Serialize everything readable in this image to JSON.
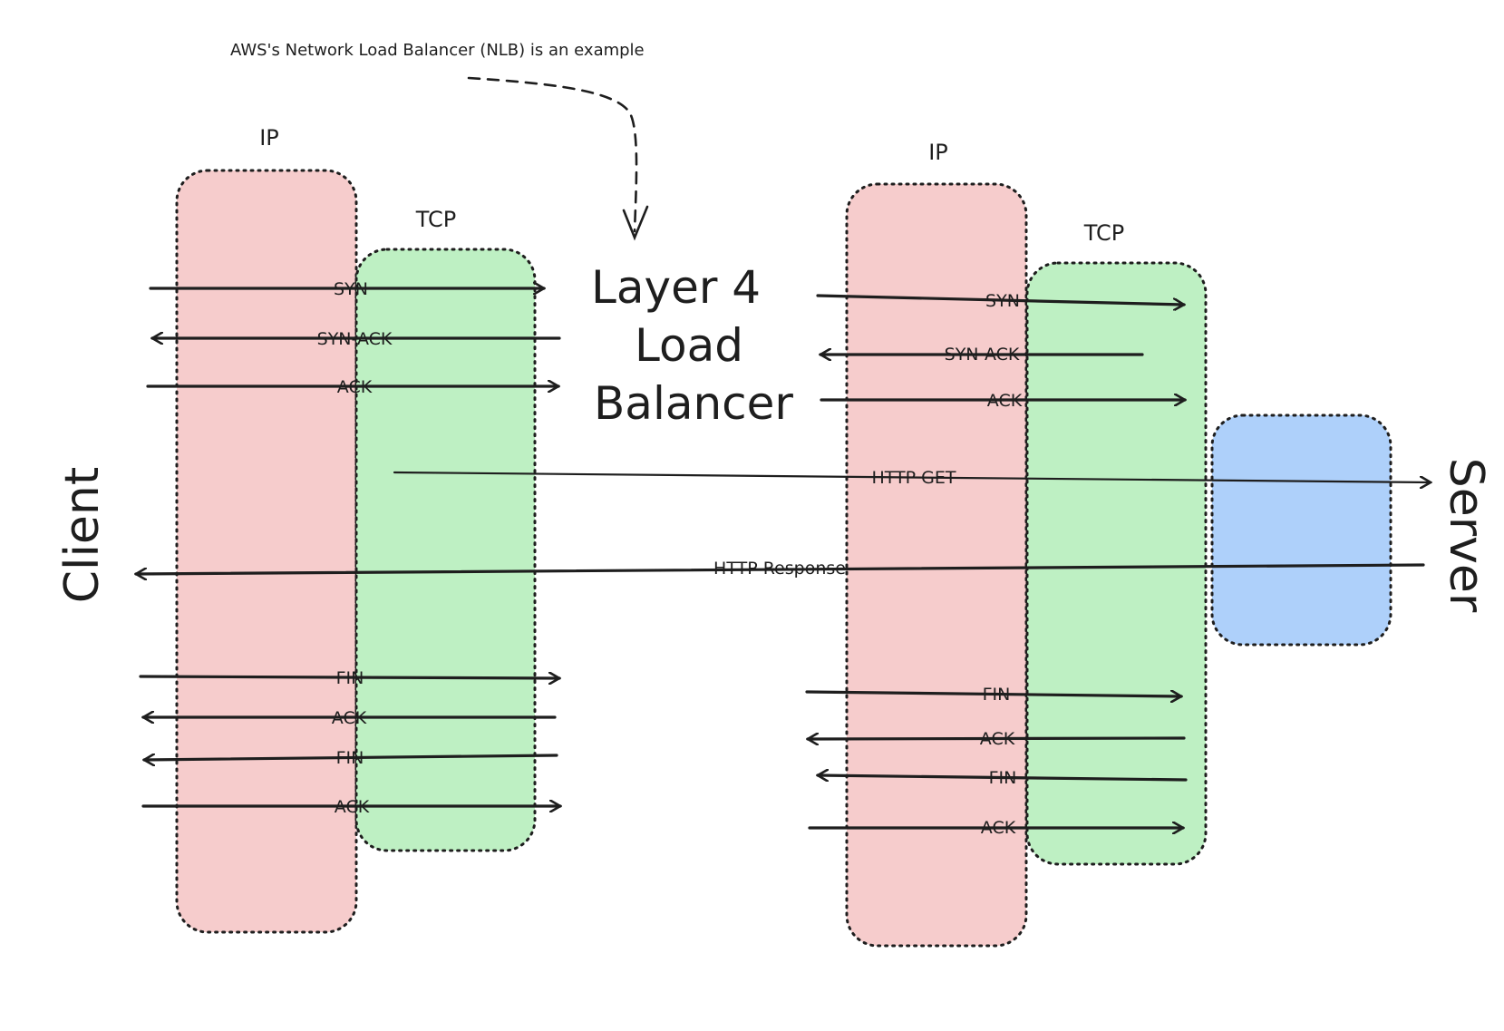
{
  "note": {
    "text": "AWS's Network Load Balancer (NLB) is an example"
  },
  "title_lines": [
    "Layer 4",
    "Load",
    "Balancer"
  ],
  "client_label": "Client",
  "server_label": "Server",
  "left_group": {
    "ip_label": "IP",
    "tcp_label": "TCP",
    "messages": [
      {
        "label": "SYN",
        "direction": "right"
      },
      {
        "label": "SYN-ACK",
        "direction": "left"
      },
      {
        "label": "ACK",
        "direction": "right"
      },
      {
        "label": "FIN",
        "direction": "right"
      },
      {
        "label": "ACK",
        "direction": "left"
      },
      {
        "label": "FIN",
        "direction": "left"
      },
      {
        "label": "ACK",
        "direction": "right"
      }
    ]
  },
  "right_group": {
    "ip_label": "IP",
    "tcp_label": "TCP",
    "messages": [
      {
        "label": "SYN",
        "direction": "right"
      },
      {
        "label": "SYN-ACK",
        "direction": "left"
      },
      {
        "label": "ACK",
        "direction": "right"
      },
      {
        "label": "FIN",
        "direction": "right"
      },
      {
        "label": "ACK",
        "direction": "left"
      },
      {
        "label": "FIN",
        "direction": "left"
      },
      {
        "label": "ACK",
        "direction": "right"
      }
    ]
  },
  "http": {
    "get_label": "HTTP GET",
    "response_label": "HTTP Response"
  },
  "colors": {
    "ip_fill": "#f6cccc",
    "tcp_fill": "#bef0c3",
    "server_fill": "#aed0fa",
    "stroke": "#1e1e1e"
  }
}
